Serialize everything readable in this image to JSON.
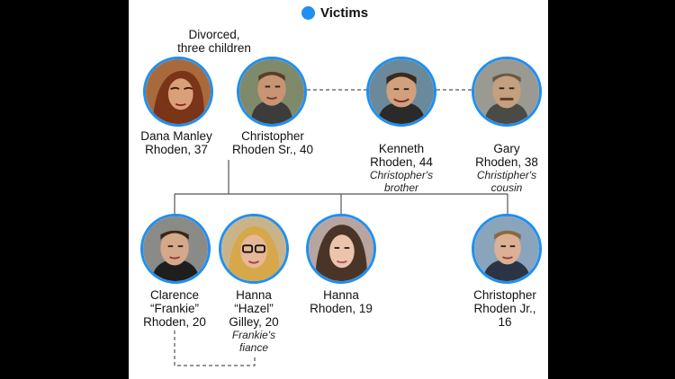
{
  "legend": {
    "label": "Victims",
    "color": "#1f8ff0"
  },
  "notes": {
    "divorced_line1": "Divorced,",
    "divorced_line2": "three children"
  },
  "people": [
    {
      "id": "dana",
      "name_line1": "Dana Manley",
      "name_line2": "Rhoden, 37",
      "victim": true
    },
    {
      "id": "christopher-sr",
      "name_line1": "Christopher",
      "name_line2": "Rhoden Sr., 40",
      "victim": true
    },
    {
      "id": "kenneth",
      "name_line1": "Kenneth",
      "name_line2": "Rhoden, 44",
      "rel_line1": "Christopher's",
      "rel_line2": "brother",
      "victim": true
    },
    {
      "id": "gary",
      "name_line1": "Gary",
      "name_line2": "Rhoden, 38",
      "rel_line1": "Christipher's",
      "rel_line2": "cousin",
      "victim": true
    },
    {
      "id": "clarence",
      "name_line1": "Clarence",
      "name_line2": "“Frankie”",
      "name_line3": "Rhoden, 20",
      "victim": true
    },
    {
      "id": "hanna-gilley",
      "name_line1": "Hanna",
      "name_line2": "“Hazel”",
      "name_line3": "Gilley, 20",
      "rel_line1": "Frankie's",
      "rel_line2": "fiance",
      "victim": true
    },
    {
      "id": "hanna-rhoden",
      "name_line1": "Hanna",
      "name_line2": "Rhoden, 19",
      "victim": true
    },
    {
      "id": "christopher-jr",
      "name_line1": "Christopher",
      "name_line2": "Rhoden Jr.,",
      "name_line3": "16",
      "victim": true
    }
  ]
}
